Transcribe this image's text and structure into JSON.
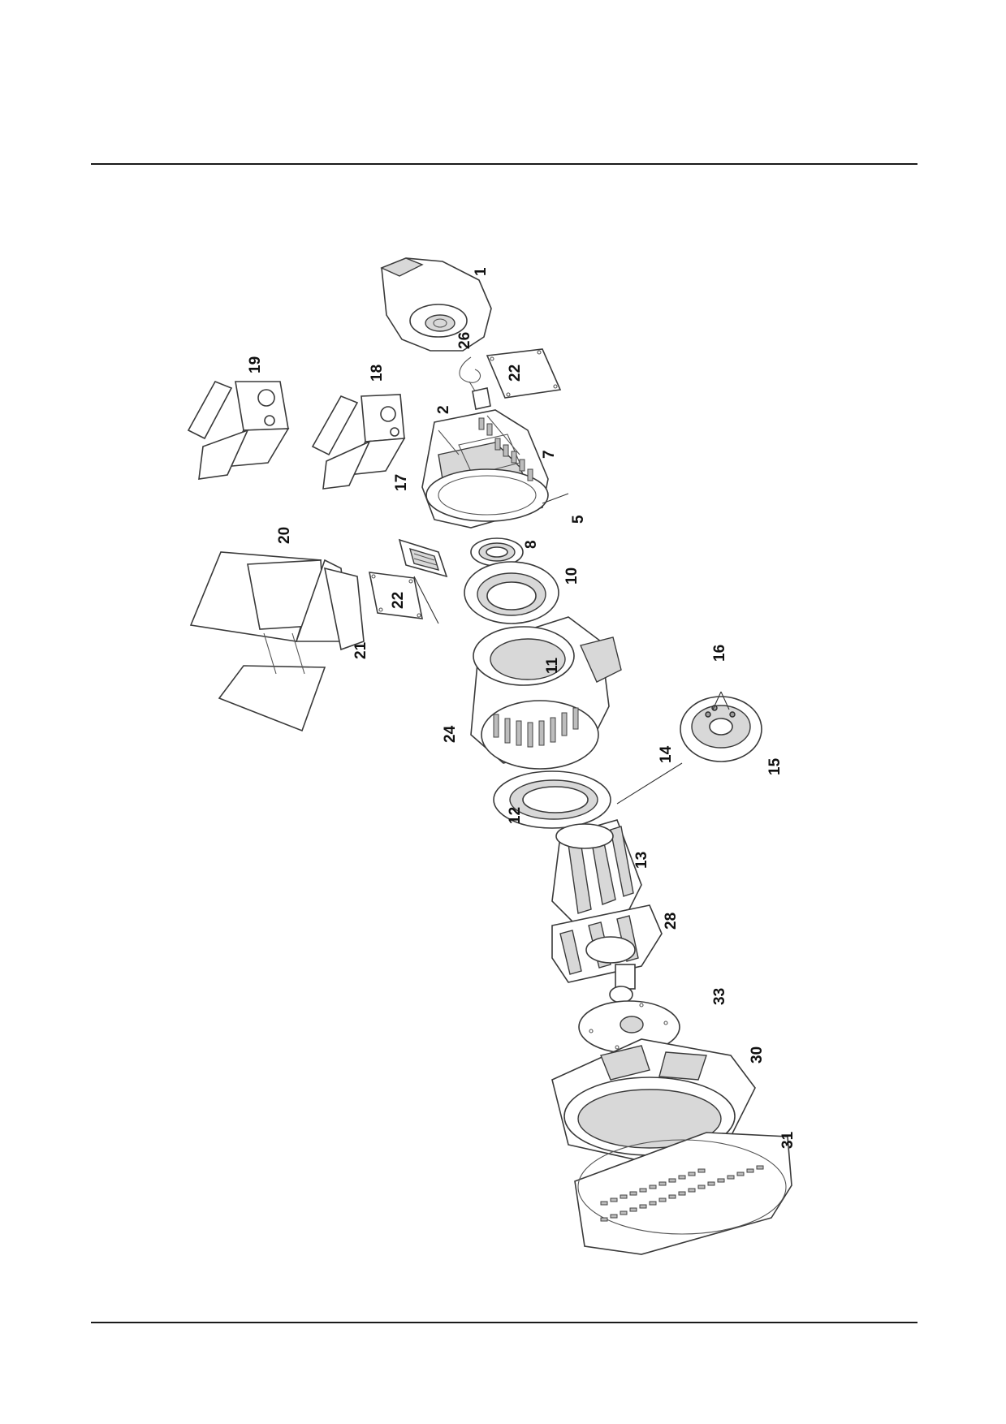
{
  "header_rule": true,
  "footer_rule": true,
  "colors": {
    "line": "#3a3a3a",
    "shade_light": "#d8d8d8",
    "shade_dark": "#9c9c9c"
  },
  "parts": {
    "p1": "1",
    "p2": "2",
    "p5": "5",
    "p7": "7",
    "p8": "8",
    "p10": "10",
    "p11": "11",
    "p12": "12",
    "p13": "13",
    "p14": "14",
    "p15": "15",
    "p16": "16",
    "p17": "17",
    "p18": "18",
    "p19": "19",
    "p20": "20",
    "p21": "21",
    "p22a": "22",
    "p22b": "22",
    "p24": "24",
    "p26": "26",
    "p28": "28",
    "p30": "30",
    "p31": "31",
    "p33": "33"
  }
}
